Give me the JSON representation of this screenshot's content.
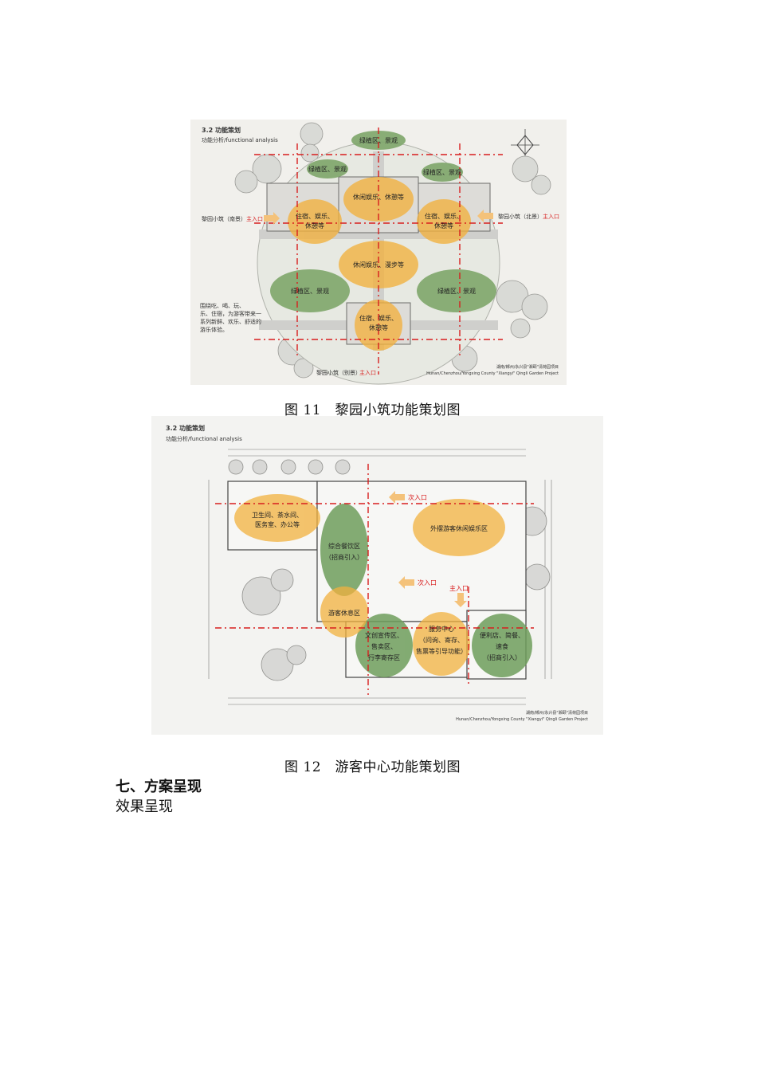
{
  "figure11": {
    "header_title": "3.2 功能策划",
    "header_subtitle": "功能分析/functional analysis",
    "zones": {
      "top_green": "绿植区、景观",
      "left_top_green": "绿植区、景观",
      "right_top_green": "绿植区、景观",
      "center_top": "休闲娱乐、休憩等",
      "left_mid_1": "住宿、娱乐、",
      "left_mid_2": "休憩等",
      "right_mid_1": "住宿、娱乐、",
      "right_mid_2": "休憩等",
      "center_mid": "休闲娱乐、漫步等",
      "left_bottom_green": "绿植区、景观",
      "right_bottom_green": "绿植区、景观",
      "bottom_1": "住宿、娱乐、",
      "bottom_2": "休憩等"
    },
    "entrances": {
      "left_label": "黎园小筑（南景）",
      "left_tag": "主入口",
      "right_label": "黎园小筑（北景）",
      "right_tag": "主入口",
      "bottom_label": "黎园小筑（别景）",
      "bottom_tag": "主入口"
    },
    "note_lines": [
      "围绕吃、喝、玩、",
      "乐、住宿，为游客带来一",
      "系列新鲜、欢乐、舒适的",
      "游乐体验。"
    ],
    "footer_cn": "湖南/郴州/永兴县\"湘颐\"清荷园项目",
    "footer_en": "Hunan/Chenzhou/Yongxing County \"Xiangyi\" Qingli Garden Project"
  },
  "caption11": "图 11　黎园小筑功能策划图",
  "figure12": {
    "header_title": "3.2 功能策划",
    "header_subtitle": "功能分析/functional analysis",
    "zones": {
      "restroom_1": "卫生间、茶水间、",
      "restroom_2": "医务室、办公等",
      "dining_1": "综合餐饮区",
      "dining_2": "（招商引入）",
      "lounge": "外摆游客休闲娱乐区",
      "rest": "游客休息区",
      "culture_1": "文创宣传区、",
      "culture_2": "售卖区、",
      "culture_3": "行李寄存区",
      "service_1": "服务中心",
      "service_2": "（问询、寄存、",
      "service_3": "售票等引导功能）",
      "store_1": "便利店、简餐、",
      "store_2": "速食",
      "store_3": "（招商引入）"
    },
    "entrances": {
      "e1": "次入口",
      "e2": "次入口",
      "main": "主入口"
    },
    "footer_cn": "湖南/郴州/永兴县\"湘颐\"清荷园项目",
    "footer_en": "Hunan/Chenzhou/Yongxing County \"Xiangyi\" Qingli Garden Project"
  },
  "caption12": "图 12　游客中心功能策划图",
  "section_heading": "七、方案呈现",
  "section_text": "效果呈现",
  "colors": {
    "orange_zone": "#f2b13e",
    "green_zone": "#6e9e5c",
    "red_axis": "#d81e1e"
  }
}
